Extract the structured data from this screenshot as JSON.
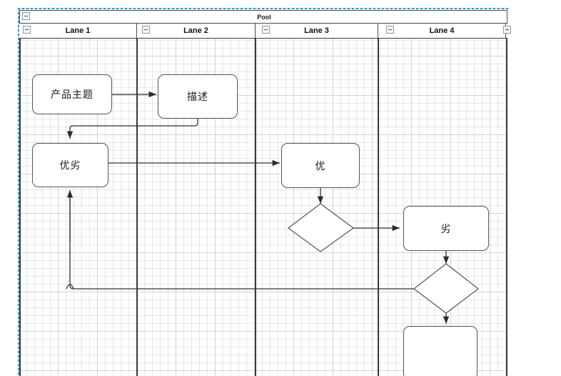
{
  "pool": {
    "title": "Pool",
    "collapse_icon": "minus-box-icon",
    "lanes": [
      {
        "label": "Lane 1",
        "collapse_icon": "minus-box-icon"
      },
      {
        "label": "Lane 2",
        "collapse_icon": "minus-box-icon"
      },
      {
        "label": "Lane 3",
        "collapse_icon": "minus-box-icon"
      },
      {
        "label": "Lane 4",
        "collapse_icon": "minus-box-icon"
      },
      {
        "label": "",
        "collapse_icon": "minus-box-icon"
      }
    ]
  },
  "diagram": {
    "nodes": [
      {
        "id": "n1",
        "label": "产品主题",
        "shape": "rounded-rect",
        "lane": "Lane 1"
      },
      {
        "id": "n2",
        "label": "描述",
        "shape": "rounded-rect",
        "lane": "Lane 2"
      },
      {
        "id": "n3",
        "label": "优劣",
        "shape": "rounded-rect",
        "lane": "Lane 1"
      },
      {
        "id": "n4",
        "label": "优",
        "shape": "rounded-rect",
        "lane": "Lane 3"
      },
      {
        "id": "d1",
        "label": "",
        "shape": "diamond",
        "lane": "Lane 3"
      },
      {
        "id": "n5",
        "label": "劣",
        "shape": "rounded-rect",
        "lane": "Lane 4"
      },
      {
        "id": "d2",
        "label": "",
        "shape": "diamond",
        "lane": "Lane 4"
      },
      {
        "id": "n6",
        "label": "",
        "shape": "rounded-rect",
        "lane": "Lane 4"
      }
    ],
    "edges": [
      {
        "from": "n1",
        "to": "n2"
      },
      {
        "from": "n2",
        "to": "n3"
      },
      {
        "from": "n3",
        "to": "n4"
      },
      {
        "from": "n4",
        "to": "d1"
      },
      {
        "from": "d1",
        "to": "n5"
      },
      {
        "from": "n5",
        "to": "d2"
      },
      {
        "from": "d2",
        "to": "n6"
      },
      {
        "from": "n6",
        "to": "n3"
      }
    ]
  },
  "style": {
    "shape_stroke": "#555555",
    "shape_fill": "#ffffff",
    "connector_stroke": "#333333",
    "lane_border": "#3a3a3a",
    "selection_color": "#3f93b5",
    "grid_minor": "#d6d6dc",
    "grid_major": "#c4c4ce"
  }
}
